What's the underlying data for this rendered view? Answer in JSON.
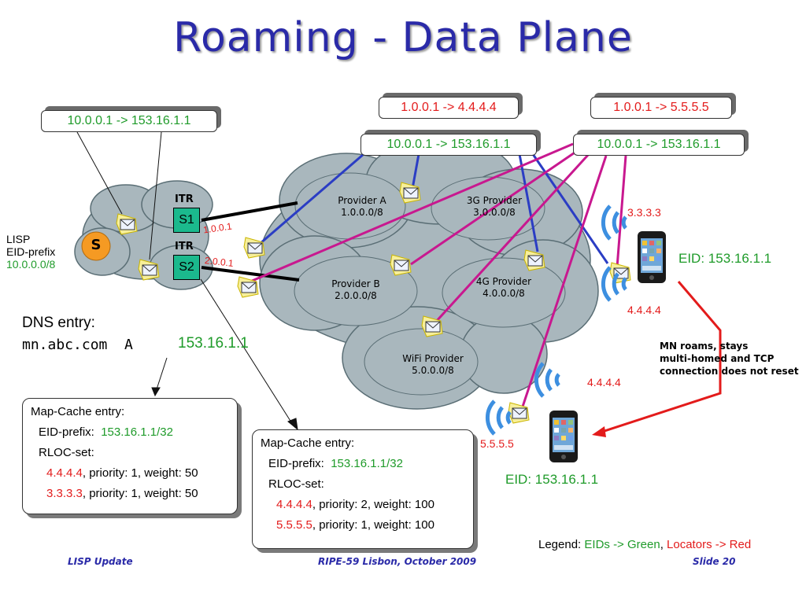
{
  "title": "Roaming - Data Plane",
  "headers": {
    "left_eid": "10.0.0.1 -> 153.16.1.1",
    "mid_rloc": "1.0.0.1 -> 4.4.4.4",
    "mid_eid": "10.0.0.1 -> 153.16.1.1",
    "right_rloc": "1.0.0.1 -> 5.5.5.5",
    "right_eid": "10.0.0.1 -> 153.16.1.1"
  },
  "site": {
    "label_line1": "LISP",
    "label_line2": "EID-prefix",
    "prefix": "10.0.0.0/8",
    "source": "S",
    "itr_label": "ITR",
    "s1": "S1",
    "s2": "S2",
    "s1_rloc": "1.0.0.1",
    "s2_rloc": "2.0.0.1"
  },
  "providers": {
    "a": {
      "name": "Provider A",
      "prefix": "1.0.0.0/8"
    },
    "b": {
      "name": "Provider B",
      "prefix": "2.0.0.0/8"
    },
    "g3": {
      "name": "3G Provider",
      "prefix": "3.0.0.0/8"
    },
    "g4": {
      "name": "4G Provider",
      "prefix": "4.0.0.0/8"
    },
    "wifi": {
      "name": "WiFi Provider",
      "prefix": "5.0.0.0/8"
    }
  },
  "dns": {
    "label": "DNS entry:",
    "record": "mn.abc.com  A",
    "address": "153.16.1.1"
  },
  "mn_top": {
    "rloc_top": "3.3.3.3",
    "rloc_bottom": "4.4.4.4",
    "eid": "EID: 153.16.1.1"
  },
  "mn_bottom": {
    "rloc_top": "4.4.4.4",
    "rloc_left": "5.5.5.5",
    "eid": "EID: 153.16.1.1"
  },
  "note": {
    "line1": "MN roams, stays",
    "line2": "multi-homed and TCP",
    "line3": "connection does not reset"
  },
  "map_cache_1": {
    "heading": "Map-Cache entry:",
    "eid_label": "EID-prefix:",
    "eid_value": "153.16.1.1/32",
    "rloc_label": "RLOC-set:",
    "r1_addr": "4.4.4.4",
    "r1_rest": ", priority: 1, weight: 50",
    "r2_addr": "3.3.3.3",
    "r2_rest": ", priority: 1, weight: 50"
  },
  "map_cache_2": {
    "heading": "Map-Cache entry:",
    "eid_label": "EID-prefix:",
    "eid_value": "153.16.1.1/32",
    "rloc_label": "RLOC-set:",
    "r1_addr": "4.4.4.4",
    "r1_rest": ", priority: 2, weight: 100",
    "r2_addr": "5.5.5.5",
    "r2_rest": ", priority: 1, weight: 100"
  },
  "legend": {
    "label": "Legend: ",
    "eids": "EIDs -> Green",
    "sep": ", ",
    "locators": "Locators -> Red"
  },
  "footer": {
    "left": "LISP Update",
    "center": "RIPE-59 Lisbon, October 2009",
    "right": "Slide 20"
  },
  "colors": {
    "title": "#2a2aa8",
    "eid": "#1f9b2a",
    "locator": "#e31b1b",
    "cloud": "#a9b7bd",
    "magenta": "#c8188f",
    "blue": "#2b3dc4",
    "itr": "#1bb98d"
  }
}
